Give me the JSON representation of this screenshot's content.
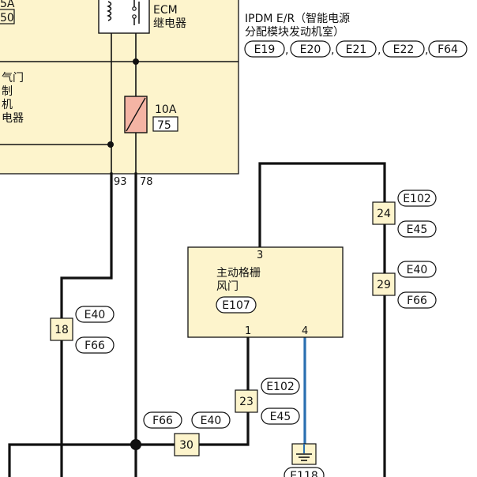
{
  "ipdm": {
    "title_line1": "IPDM E/R（智能电源",
    "title_line2": "分配模块发动机室）",
    "connectors": [
      "E19",
      "E20",
      "E21",
      "E22",
      "F64"
    ],
    "commas": [
      ",",
      ",",
      ",",
      ","
    ],
    "top_fuse_partial": [
      "5A",
      "50"
    ],
    "ecm_relay_label": [
      "ECM",
      "继电器"
    ],
    "left_relay_label_partial": [
      "气门",
      "制",
      "机",
      "电器"
    ],
    "fuse_rating": "10A",
    "fuse_number": "75",
    "pins": [
      "93",
      "78"
    ]
  },
  "shutter": {
    "name_line1": "主动格栅",
    "name_line2": "风门",
    "connector": "E107",
    "pins": [
      "3",
      "1",
      "4"
    ]
  },
  "junctions": [
    {
      "pin": "18",
      "upper": "E40",
      "lower": "F66"
    },
    {
      "pin": "24",
      "upper": "E102",
      "lower": "E45"
    },
    {
      "pin": "29",
      "upper": "E40",
      "lower": "F66"
    },
    {
      "pin": "23",
      "upper": "E102",
      "lower": "E45"
    },
    {
      "pin": "30",
      "left": "F66",
      "right": "E40"
    }
  ],
  "ground": {
    "connector_partial": "E118"
  },
  "colors": {
    "panel": "#fdf4cc",
    "fuse": "#f4b4a4",
    "signal_wire": "#2a6fb0"
  }
}
